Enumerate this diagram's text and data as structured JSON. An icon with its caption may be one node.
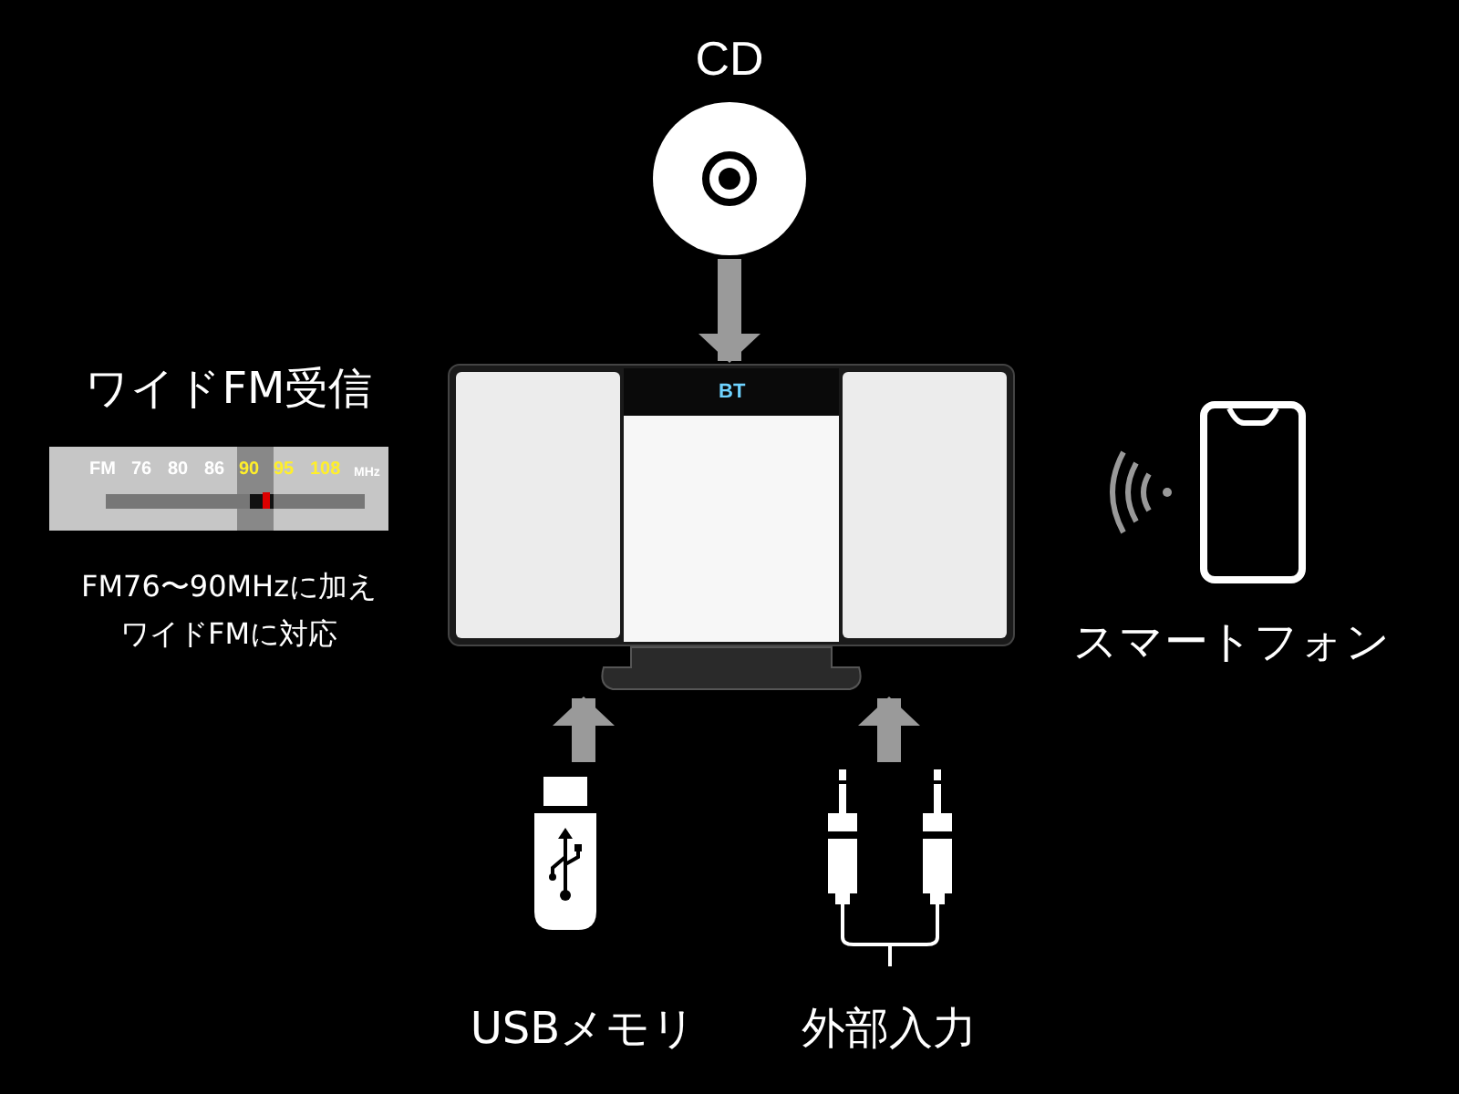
{
  "diagram": {
    "nodes": [
      {
        "text": [],
        "shape": "picture"
      },
      {
        "text": [
          "CD"
        ]
      },
      {
        "text": [
          "ワイドFM受信",
          "FM76〜90MHzに加えワイドFMに対応"
        ]
      },
      {
        "text": [
          "スマートフォン"
        ]
      },
      {
        "text": [
          "USBメモリ"
        ]
      },
      {
        "text": [
          "外部入力"
        ]
      }
    ],
    "edges": [
      {
        "from": 1,
        "to": 0,
        "arrow": "to"
      },
      {
        "from": 4,
        "to": 0,
        "arrow": "to"
      },
      {
        "from": 5,
        "to": 0,
        "arrow": "to"
      }
    ],
    "labels": [
      "BT",
      "FM",
      "76",
      "80",
      "86",
      "90",
      "95",
      "108",
      "MHz"
    ]
  }
}
